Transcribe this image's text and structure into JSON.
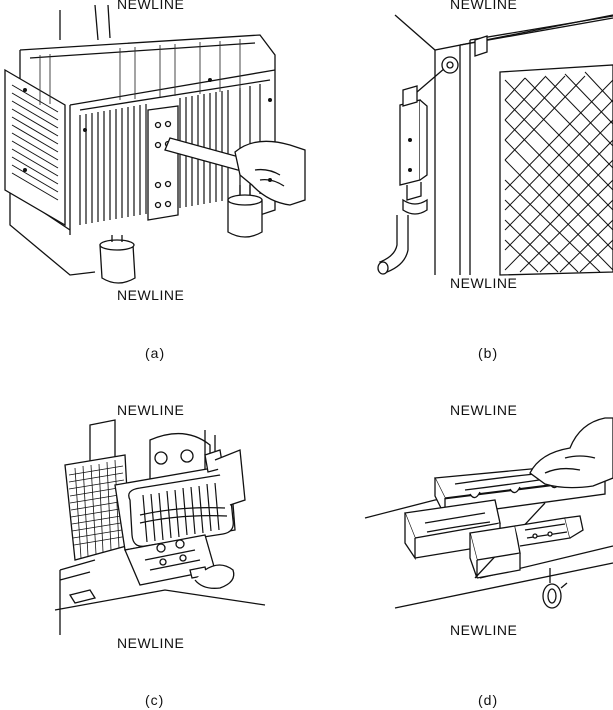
{
  "panels": [
    {
      "caption": "(a)",
      "labels": [
        "NEWLINE",
        "NEWLINE"
      ]
    },
    {
      "caption": "(b)",
      "labels": [
        "NEWLINE",
        "NEWLINE"
      ]
    },
    {
      "caption": "(c)",
      "labels": [
        "NEWLINE",
        "NEWLINE"
      ]
    },
    {
      "caption": "(d)",
      "labels": [
        "NEWLINE",
        "NEWLINE"
      ]
    }
  ]
}
